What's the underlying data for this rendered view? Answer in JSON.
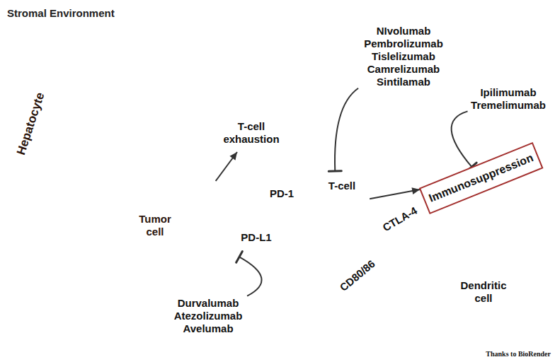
{
  "diagram": {
    "nodes": [
      {
        "text": [
          "Hepatocyte"
        ]
      },
      {
        "text": [
          "Tumor cell"
        ],
        "in": 0
      },
      {
        "text": [
          "T-cell exhaustion"
        ]
      },
      {
        "text": [
          "NIvolumab",
          "Pembrolizumab",
          "Tislelizumab",
          "Camrelizumab",
          "Sintilamab"
        ]
      },
      {
        "text": [
          "Ipilimumab",
          "Tremelimumab"
        ]
      },
      {
        "text": [
          "T-cell"
        ]
      },
      {
        "text": [
          "Immunosuppression"
        ]
      },
      {
        "text": [
          "Dendritic cell"
        ]
      },
      {
        "text": [
          "Durvalumab",
          "Atezolizumab",
          "Avelumab"
        ]
      }
    ],
    "edges": [
      {
        "from": 1,
        "to": 2,
        "arrow": "to"
      },
      {
        "from": 3,
        "to": 5,
        "arrow": "to"
      },
      {
        "from": 4,
        "to": 6,
        "arrow": "to"
      },
      {
        "from": 5,
        "to": 6,
        "arrow": "to"
      },
      {
        "from": 8,
        "to": 1,
        "arrow": "to"
      }
    ],
    "labels": [
      "Stromal Environment",
      "PD-1",
      "PD-L1",
      "CTLA-4",
      "CD80/86",
      "Thanks to BioRender"
    ]
  }
}
